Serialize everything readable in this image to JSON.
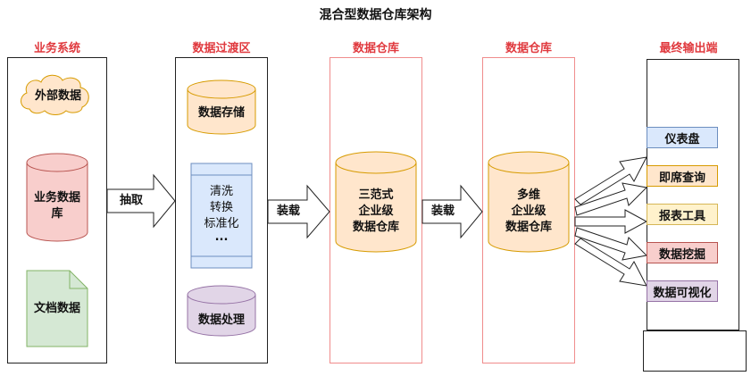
{
  "title": "混合型数据仓库架构",
  "columns": {
    "business": {
      "label": "业务系统"
    },
    "staging": {
      "label": "数据过渡区"
    },
    "dw1": {
      "label": "数据仓库"
    },
    "dw2": {
      "label": "数据仓库"
    },
    "output": {
      "label": "最终输出端"
    }
  },
  "business_nodes": {
    "cloud": "外部数据",
    "db_line1": "业务数据",
    "db_line2": "库",
    "doc": "文档数据"
  },
  "staging_nodes": {
    "storage": "数据存储",
    "process_line1": "清洗",
    "process_line2": "转换",
    "process_line3": "标准化",
    "process_line4": "...",
    "processing": "数据处理"
  },
  "warehouse": {
    "enterprise_line1": "三范式",
    "enterprise_line2": "企业级",
    "enterprise_line3": "数据仓库",
    "multi_line1": "多维",
    "multi_line2": "企业级",
    "multi_line3": "数据仓库"
  },
  "arrows": {
    "extract": "抽取",
    "load1": "装载",
    "load2": "装载"
  },
  "outputs": [
    {
      "label": "仪表盘",
      "fill": "#dae8fc",
      "border": "#6c8ebf"
    },
    {
      "label": "即席查询",
      "fill": "#ffe6cc",
      "border": "#d79b00"
    },
    {
      "label": "报表工具",
      "fill": "#fff2cc",
      "border": "#d6b656"
    },
    {
      "label": "数据挖掘",
      "fill": "#f8cecc",
      "border": "#b85450"
    },
    {
      "label": "数据可视化",
      "fill": "#e1d5e7",
      "border": "#9673a6"
    }
  ],
  "colors": {
    "label_red": "#e0393e",
    "cloud_fill": "#ffe6cc",
    "cloud_border": "#d79b00",
    "db_red_fill": "#f8cecc",
    "db_red_border": "#b85450",
    "doc_fill": "#d5e8d4",
    "doc_border": "#82b366",
    "cyl_orange_fill": "#ffe6cc",
    "cyl_orange_border": "#d79b00",
    "cyl_purple_fill": "#e1d5e7",
    "cyl_purple_border": "#9673a6",
    "proc_fill": "#dae8fc",
    "proc_border": "#6c8ebf"
  }
}
